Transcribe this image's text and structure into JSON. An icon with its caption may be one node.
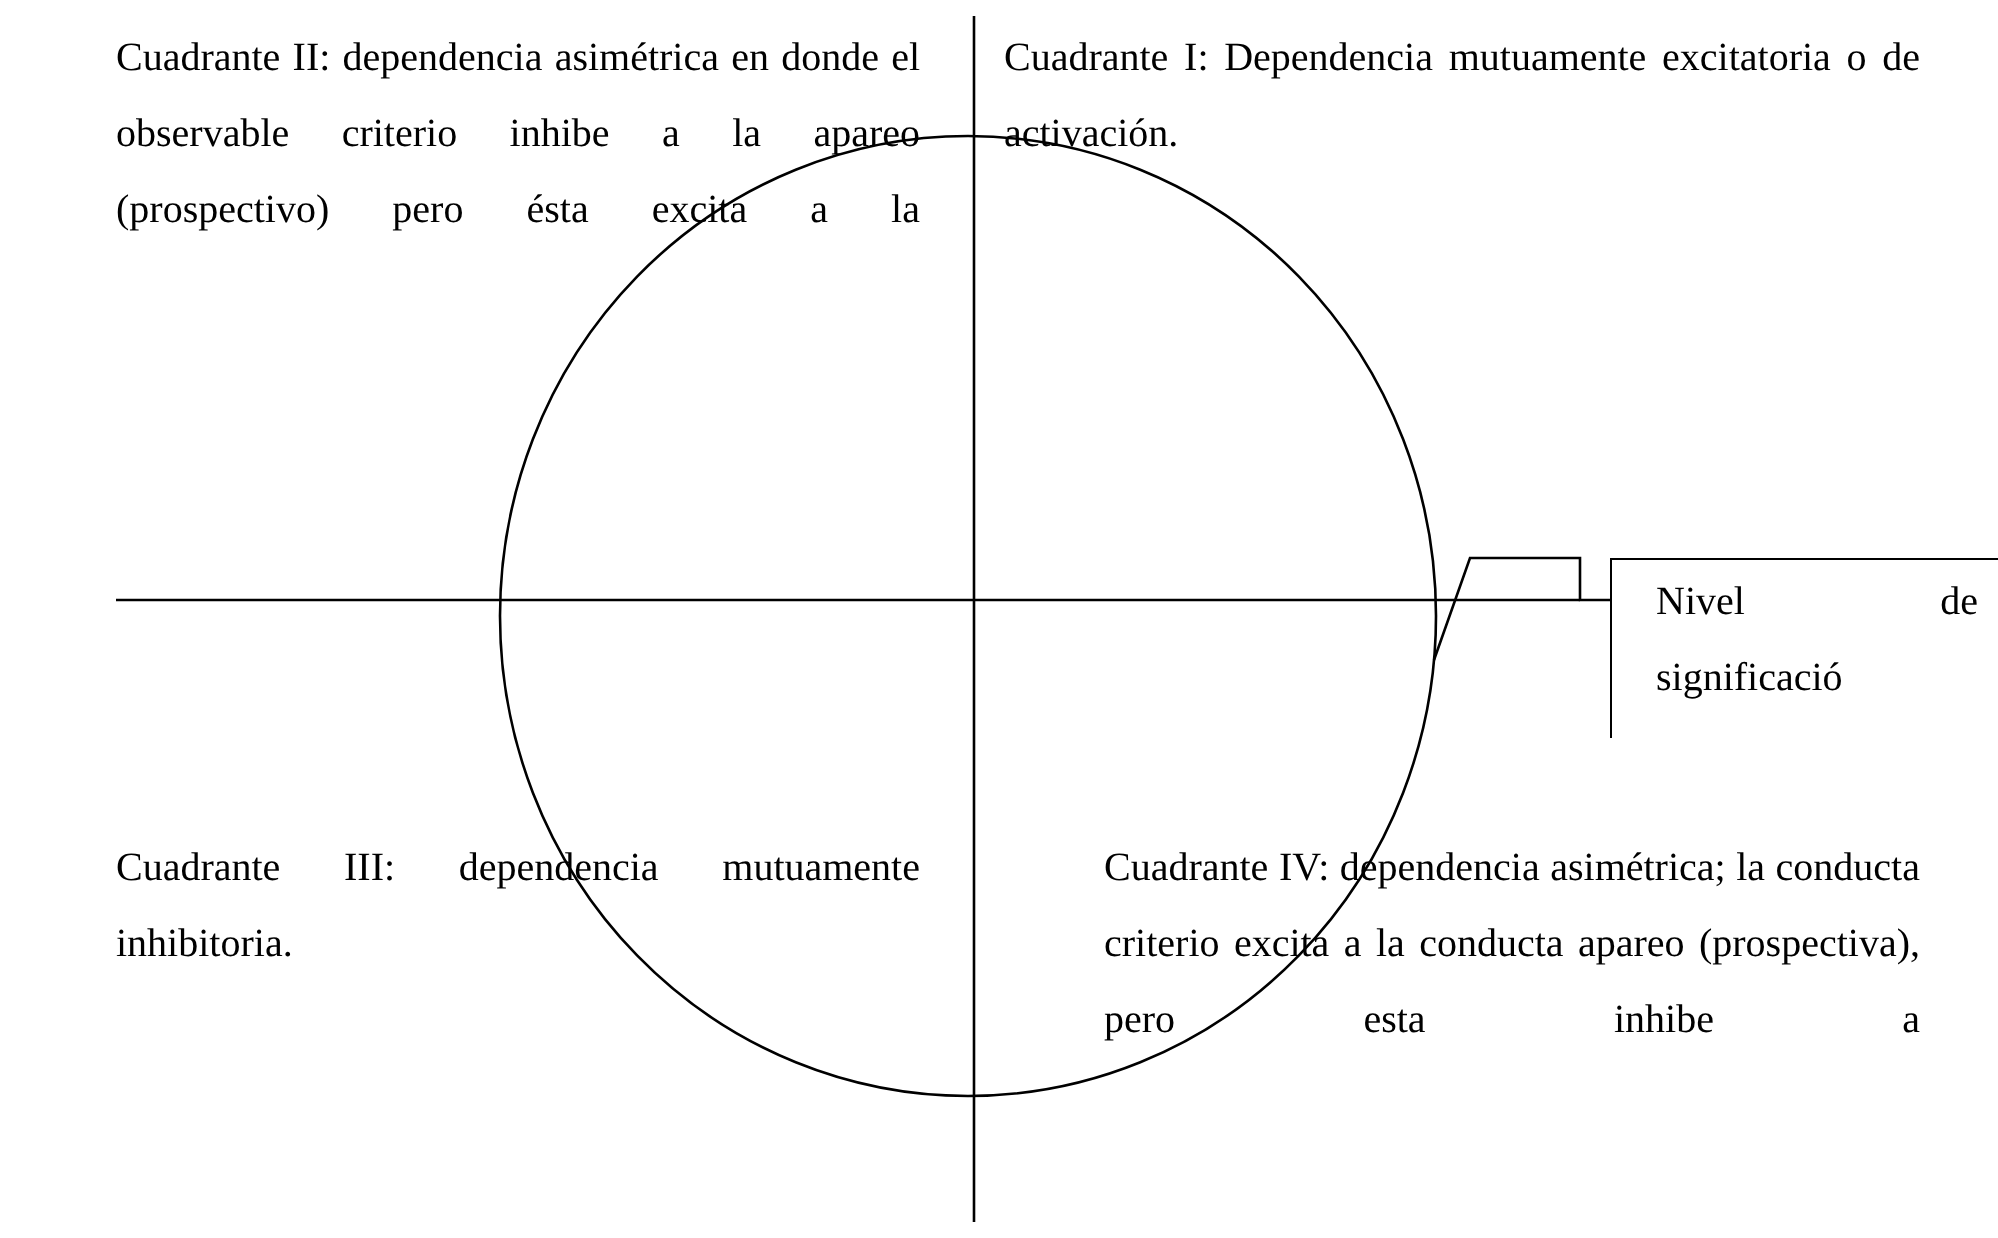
{
  "diagram": {
    "nodes": [
      {
        "text": [
          "Cuadrante II: dependencia asimétrica en donde el observable criterio inhibe a la apareo (prospectivo) pero ésta excita a la"
        ]
      },
      {
        "text": [
          "Cuadrante I: Dependencia mutuamente excitatoria o de activación."
        ]
      },
      {
        "text": [
          "Cuadrante III: dependencia mutuamente inhibitoria."
        ]
      },
      {
        "text": [
          "Cuadrante IV: dependencia asimétrica; la conducta criterio excita a la conducta apareo (prospectiva), pero esta inhibe a"
        ]
      },
      {
        "text": [],
        "shape": "circle"
      },
      {
        "text": [
          "Nivel de significació"
        ]
      }
    ],
    "edges": [
      {
        "from": 5,
        "to": 4,
        "arrow": "none"
      }
    ]
  }
}
